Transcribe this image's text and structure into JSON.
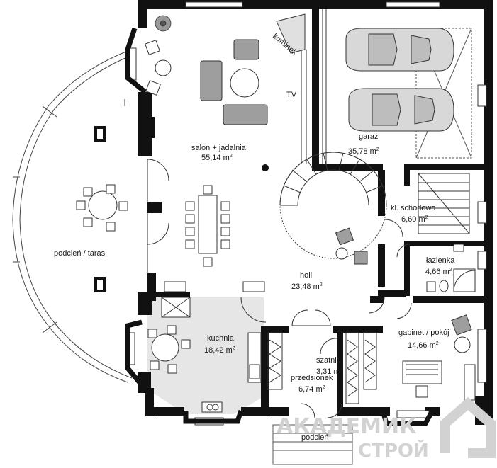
{
  "rooms": {
    "salon": {
      "name": "salon + jadalnia",
      "area": "55,14 m",
      "unit_sup": "2"
    },
    "garaz": {
      "name": "garaż",
      "area": "35,78 m",
      "unit_sup": "2"
    },
    "klatka": {
      "name": "kl. schodowa",
      "area": "6,60 m",
      "unit_sup": "2"
    },
    "lazienka": {
      "name": "łazienka",
      "area": "4,66 m",
      "unit_sup": "2"
    },
    "holl": {
      "name": "holl",
      "area": "23,48 m",
      "unit_sup": "2"
    },
    "gabinet": {
      "name": "gabinet / pokój",
      "area": "14,66 m",
      "unit_sup": "2"
    },
    "kuchnia": {
      "name": "kuchnia",
      "area": "18,42 m",
      "unit_sup": "2"
    },
    "szatnia": {
      "name": "szatnia",
      "area": "3,31 m",
      "unit_sup": "2"
    },
    "przedsionek": {
      "name": "przedsionek",
      "area": "6,74 m",
      "unit_sup": "2"
    },
    "taras": {
      "name": "podcień / taras"
    },
    "podcien": {
      "name": "podcień"
    }
  },
  "labels": {
    "tv": "TV",
    "kominek": "kominek"
  },
  "watermark": {
    "line1": "АКАДЕМИК",
    "line2": "СТРОЙ"
  },
  "colors": {
    "wall": "#111111",
    "kitchen_floor": "#e6e6e6",
    "line": "#333333",
    "watermark": "#d2d2d2"
  }
}
